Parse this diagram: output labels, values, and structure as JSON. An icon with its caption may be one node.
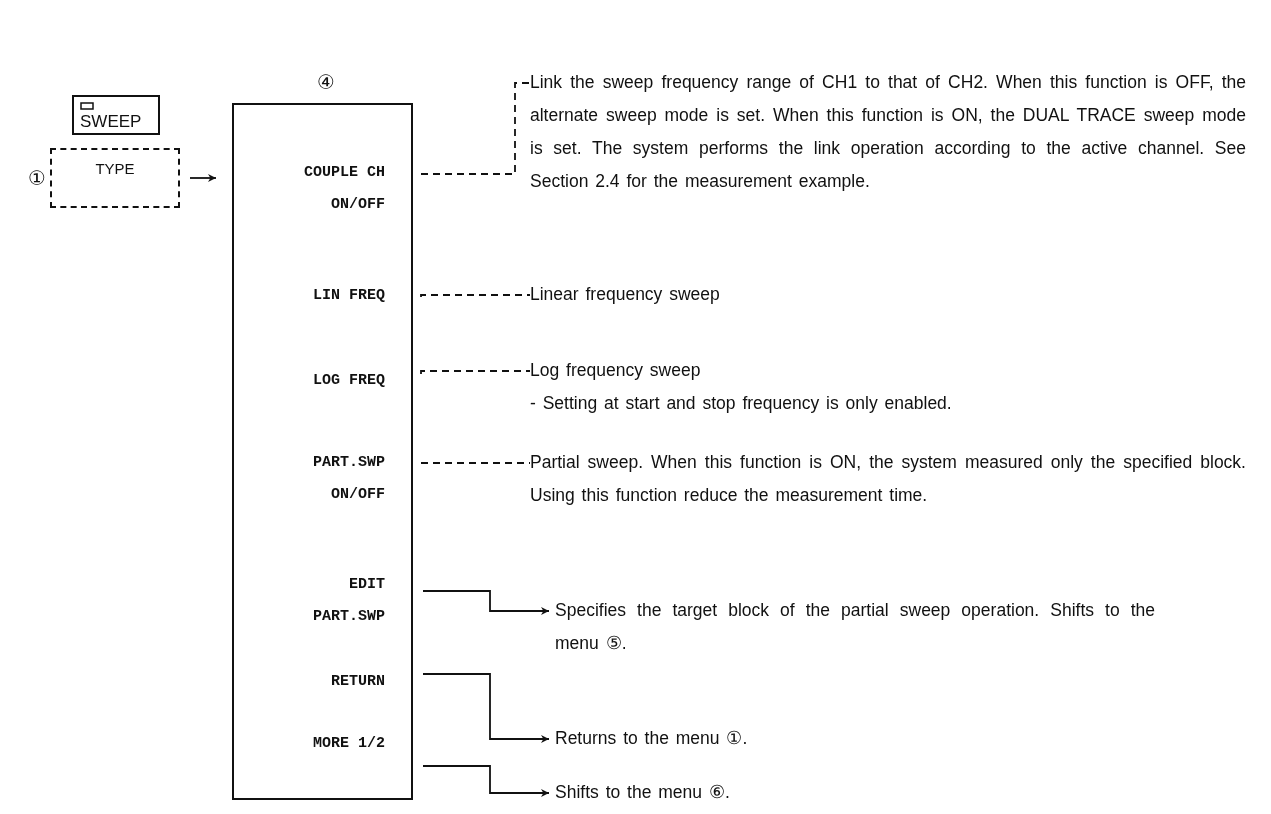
{
  "diagram": {
    "nodes": [
      {
        "text": [
          "SWEEP"
        ]
      },
      {
        "text": [
          "TYPE"
        ],
        "beside": [
          "①"
        ]
      },
      {
        "text": [],
        "shape": "box",
        "beside": [
          "④"
        ]
      },
      {
        "text": [
          "COUPLE CH ON/OFF"
        ],
        "in": 2
      },
      {
        "text": [
          "LIN FREQ"
        ],
        "in": 2
      },
      {
        "text": [
          "LOG FREQ"
        ],
        "in": 2
      },
      {
        "text": [
          "PART.SWP ON/OFF"
        ],
        "in": 2
      },
      {
        "text": [
          "EDIT PART.SWP"
        ],
        "in": 2
      },
      {
        "text": [
          "RETURN"
        ],
        "in": 2
      },
      {
        "text": [
          "MORE 1/2"
        ],
        "in": 2
      },
      {
        "text": [
          "Link the sweep frequency range of CH1 to that of CH2. When this function is OFF, the alternate sweep mode is set. When this function is ON, the DUAL TRACE sweep mode is set. The system performs the link operation according to the active channel. See Section 2.4 for the measurement example."
        ]
      },
      {
        "text": [
          "Linear frequency sweep"
        ]
      },
      {
        "text": [
          "Log frequency sweep",
          "- Setting at start and stop frequency is only enabled."
        ]
      },
      {
        "text": [
          "Partial sweep. When this function is ON, the system measured only the specified block. Using this function reduce the measurement time."
        ]
      },
      {
        "text": [
          "Specifies the target block of the partial sweep operation. Shifts to the menu ⑤."
        ]
      },
      {
        "text": [
          "Returns to the menu ①."
        ]
      },
      {
        "text": [
          "Shifts to the menu ⑥."
        ]
      }
    ],
    "edges": [
      {
        "from": 1,
        "to": 2,
        "arrow": "to"
      },
      {
        "from": 3,
        "to": 10,
        "arrow": "none",
        "style": "dashed"
      },
      {
        "from": 4,
        "to": 11,
        "arrow": "none",
        "style": "dashed"
      },
      {
        "from": 5,
        "to": 12,
        "arrow": "none",
        "style": "dashed"
      },
      {
        "from": 6,
        "to": 13,
        "arrow": "none",
        "style": "dashed"
      },
      {
        "from": 7,
        "to": 14,
        "arrow": "to"
      },
      {
        "from": 8,
        "to": 15,
        "arrow": "to"
      },
      {
        "from": 9,
        "to": 16,
        "arrow": "to"
      }
    ]
  }
}
